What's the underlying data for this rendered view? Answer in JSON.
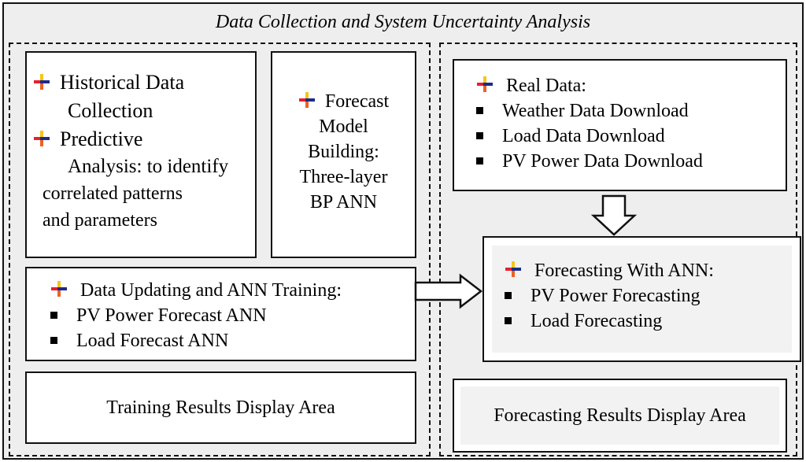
{
  "diagram": {
    "title": "Data Collection and System Uncertainty Analysis",
    "historical": {
      "line1": "Historical Data",
      "line2": "Collection",
      "line3": "Predictive",
      "line4": "Analysis: to identify",
      "line5": "correlated patterns",
      "line6": "and parameters"
    },
    "model": {
      "line1": "Forecast",
      "line2": "Model",
      "line3": "Building:",
      "line4": "Three-layer",
      "line5": "BP ANN"
    },
    "training": {
      "heading": "Data Updating and ANN Training:",
      "items": [
        "PV Power Forecast ANN",
        "Load Forecast ANN"
      ]
    },
    "training_results": "Training Results Display Area",
    "real_data": {
      "heading": "Real Data:",
      "items": [
        "Weather Data Download",
        "Load Data Download",
        "PV Power Data Download"
      ]
    },
    "forecasting": {
      "heading": "Forecasting With ANN:",
      "items": [
        "PV Power Forecasting",
        "Load Forecasting"
      ]
    },
    "forecasting_results": "Forecasting Results Display Area"
  },
  "icons": {
    "list_marker": "plus-cross-icon",
    "bullet": "square-bullet-icon"
  },
  "colors": {
    "background": "#eeeeee",
    "cross_red": "#e8202a",
    "cross_blue": "#1c2a8c",
    "cross_yellow": "#f5c518"
  }
}
